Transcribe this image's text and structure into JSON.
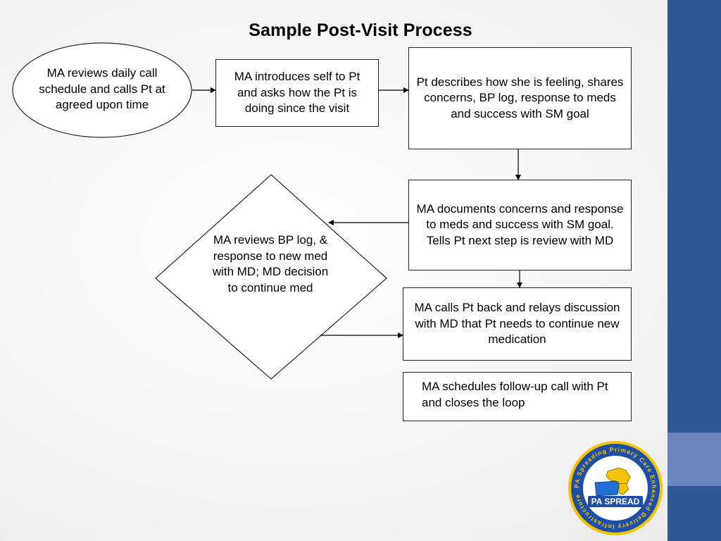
{
  "title": "Sample Post-Visit Process",
  "steps": {
    "call_schedule": "MA reviews daily call schedule and calls Pt at agreed upon time",
    "introduce": "MA introduces self to Pt and asks how the Pt is doing since the visit",
    "pt_describes": "Pt describes how she is feeling, shares concerns, BP log, response to meds and success with SM goal",
    "documents": "MA documents concerns and response to meds and success with SM goal. Tells Pt next step is review with MD",
    "md_review": "MA reviews BP log, & response to new med with MD; MD decision to continue med",
    "calls_back": "MA calls Pt back and relays discussion with MD that Pt needs to continue new medication",
    "follow_up": "MA schedules follow-up call with Pt and closes the loop"
  },
  "logo": {
    "ring_text": "PA Spreading Primary Care Enhanced Delivery Infrastructure",
    "label": "PA SPREAD"
  },
  "colors": {
    "sidebar": "#2e5796",
    "sidebar_accent": "#6b84bd",
    "logo_ring": "#1e4ea6",
    "logo_yellow": "#f5c400",
    "logo_blue": "#1f6fd6"
  }
}
